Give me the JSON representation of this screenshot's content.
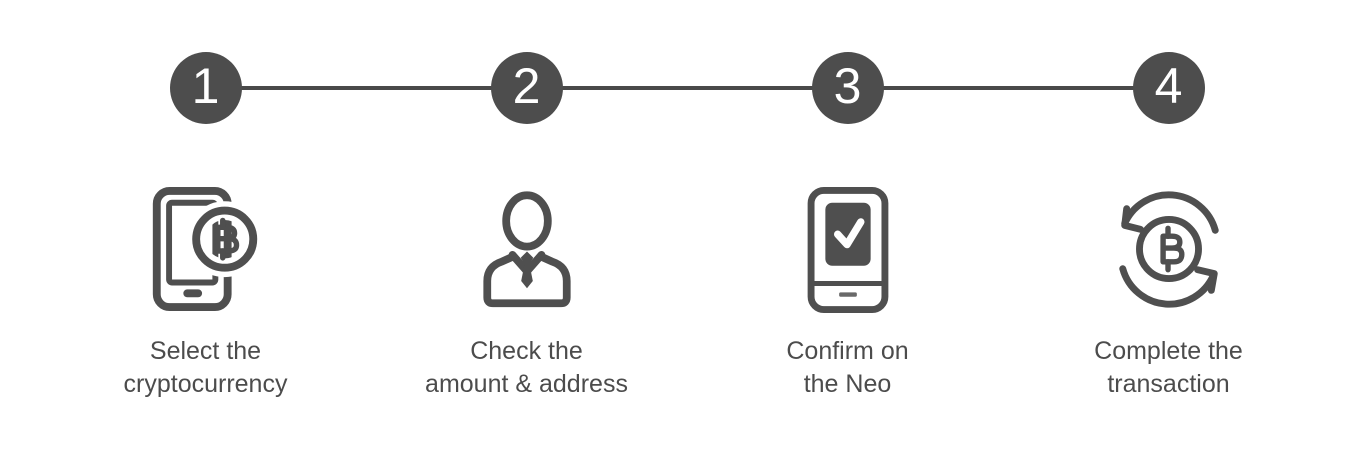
{
  "page": {
    "background_color": "#ffffff",
    "accent_color": "#4d4d4d",
    "connector_color": "#494949",
    "icon_color": "#4f4f4f",
    "text_color": "#4c4c4c"
  },
  "stepper": {
    "steps": [
      {
        "number": "1",
        "icon": "smartphone-bitcoin-icon",
        "label_line1": "Select the",
        "label_line2": "cryptocurrency"
      },
      {
        "number": "2",
        "icon": "person-tie-icon",
        "label_line1": "Check the",
        "label_line2": "amount & address"
      },
      {
        "number": "3",
        "icon": "device-checkmark-icon",
        "label_line1": "Confirm on",
        "label_line2": "the Neo"
      },
      {
        "number": "4",
        "icon": "bitcoin-refresh-icon",
        "label_line1": "Complete the",
        "label_line2": "transaction"
      }
    ]
  }
}
